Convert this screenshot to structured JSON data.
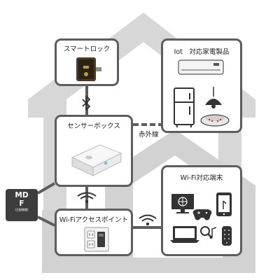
{
  "nodes": {
    "smart_lock": {
      "title": "スマートロック"
    },
    "iot_appliances": {
      "title": "Iot　対応家電製品"
    },
    "sensor_box": {
      "title": "センサーボックス"
    },
    "wifi_access_point": {
      "title": "Wi-Fiアクセスポイント"
    },
    "wifi_devices": {
      "title": "Wi-Fi対応端末"
    },
    "mdf": {
      "line1": "MD",
      "line2": "F",
      "sub": "(主配線盤)"
    }
  },
  "links": {
    "infrared": "赤外線"
  },
  "icons": [
    "bluetooth-icon",
    "wifi-icon",
    "door-lock-icon",
    "air-conditioner-icon",
    "refrigerator-icon",
    "pendant-lamp-icon",
    "robot-vacuum-icon",
    "sensor-box-device",
    "wall-outlet-icon",
    "desktop-monitor-icon",
    "game-controller-icon",
    "smartphone-icon",
    "laptop-icon",
    "search-icon",
    "music-note-icon",
    "smart-speaker-icon"
  ],
  "colors": {
    "house": "#d2d2d2",
    "card_border": "#5d5d5d",
    "connector": "#5d5d5d",
    "mdf": "#3d3d3d"
  }
}
